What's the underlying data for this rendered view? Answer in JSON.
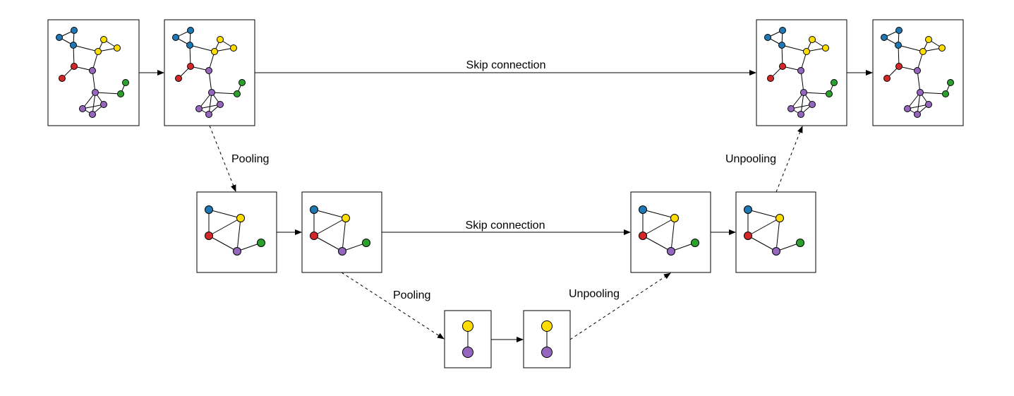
{
  "labels": {
    "skip_top": "Skip connection",
    "skip_mid": "Skip connection",
    "pool_1": "Pooling",
    "pool_2": "Pooling",
    "unpool_1": "Unpooling",
    "unpool_2": "Unpooling"
  },
  "colors": {
    "blue": "#1f77b4",
    "yellow": "#ffdd00",
    "red": "#d62728",
    "purple": "#9467bd",
    "green": "#2ca02c"
  }
}
